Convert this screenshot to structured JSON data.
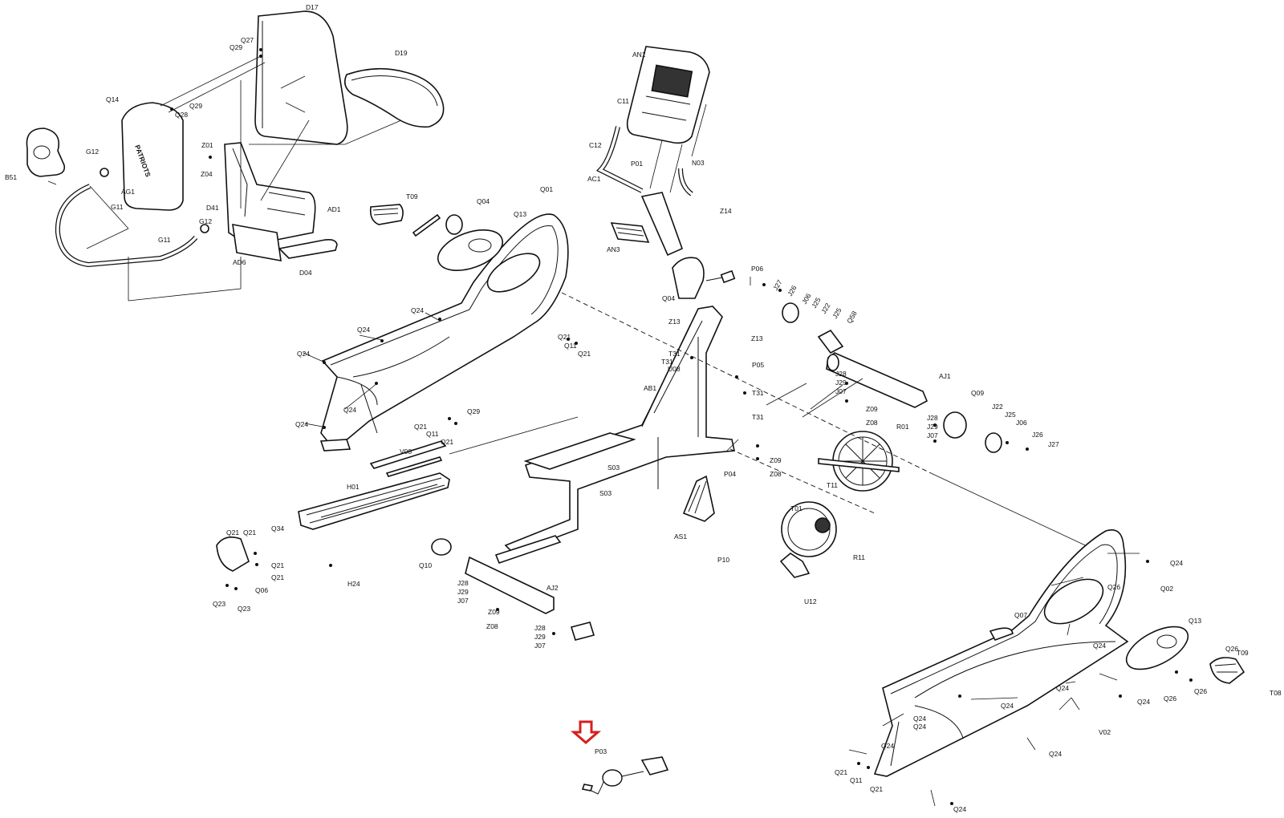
{
  "diagram": {
    "brand_text": "PATRIOTS",
    "highlight_color": "#d81e1e",
    "labels": {
      "D17": "D17",
      "D19": "D19",
      "Q27_a": "Q27",
      "Q29_a": "Q29",
      "Q29_b": "Q29",
      "Q28_a": "Q28",
      "Q14": "Q14",
      "G12_a": "G12",
      "G12_b": "G12",
      "B51": "B51",
      "AG1": "AG1",
      "G11_a": "G11",
      "G11_b": "G11",
      "Z01": "Z01",
      "Z04": "Z04",
      "D41": "D41",
      "AD1": "AD1",
      "AD6": "AD6",
      "D04": "D04",
      "AN1": "AN1",
      "C11": "C11",
      "C12": "C12",
      "AC1": "AC1",
      "P01": "P01",
      "N03": "N03",
      "Z14": "Z14",
      "AN3": "AN3",
      "T09": "T09",
      "Q04_a": "Q04",
      "Q01": "Q01",
      "Q13_a": "Q13",
      "P06": "P06",
      "Q04_b": "Q04",
      "Z13_a": "Z13",
      "Z13_b": "Z13",
      "J27_a": "J27",
      "J26_a": "J26",
      "J06_a": "J06",
      "J25_a": "J25",
      "J22_a": "J22",
      "J25_b": "J25",
      "Q58": "Q58",
      "Q24_1": "Q24",
      "Q24_2": "Q24",
      "Q24_3": "Q24",
      "Q24_4": "Q24",
      "Q24_5": "Q24",
      "Q21_1": "Q21",
      "Q11_1": "Q11",
      "Q21_2": "Q21",
      "Q29_c": "Q29",
      "Q21_3": "Q21",
      "Q11_2": "Q11",
      "Q21_4": "Q21",
      "T31_a": "T31",
      "U08": "U08",
      "P05": "P05",
      "T31_b": "T31",
      "T31_c": "T31",
      "AB1": "AB1",
      "J28_a": "J28",
      "J29_a": "J29",
      "J07_a": "J07",
      "Z09_a": "Z09",
      "Z08_a": "Z08",
      "AJ1": "AJ1",
      "J28_b": "J28",
      "J29_b": "J29",
      "J07_b": "J07",
      "Q09": "Q09",
      "J22_b": "J22",
      "J25_c": "J25",
      "J06_b": "J06",
      "J26_b": "J26",
      "J27_b": "J27",
      "R01": "R01",
      "V08": "V08",
      "H01": "H01",
      "Q34": "Q34",
      "S03_a": "S03",
      "S03_b": "S03",
      "Z09_b": "Z09",
      "P04": "P04",
      "Z08_b": "Z08",
      "T11": "T11",
      "T01": "T01",
      "R11": "R11",
      "U12": "U12",
      "AS1": "AS1",
      "P10": "P10",
      "Q21_5": "Q21",
      "Q21_6": "Q21",
      "Q21_7": "Q21",
      "Q21_8": "Q21",
      "Q06": "Q06",
      "Q23_a": "Q23",
      "Q23_b": "Q23",
      "H24": "H24",
      "Q10": "Q10",
      "J28_c": "J28",
      "J29_c": "J29",
      "J07_c": "J07",
      "AJ2": "AJ2",
      "Z09_c": "Z09",
      "Z08_c": "Z08",
      "J28_d": "J28",
      "J29_d": "J29",
      "J07_d": "J07",
      "Q24_6": "Q24",
      "Q26": "Q26",
      "Q02": "Q02",
      "Q07": "Q07",
      "Q24_7": "Q24",
      "Q13_b": "Q13",
      "Q26_b": "Q26",
      "T09_b": "T09",
      "Q24_8": "Q24",
      "Q24_9": "Q24",
      "Q24_10": "Q24",
      "Q26_c": "Q26",
      "Q26_d": "Q26",
      "T08": "T08",
      "Q24_11": "Q24",
      "Q24_12": "Q24",
      "Q24_13": "Q24",
      "V02": "V02",
      "Q24_14": "Q24",
      "Q21_9": "Q21",
      "Q11_3": "Q11",
      "Q21_10": "Q21",
      "Q24_15": "Q24",
      "P03": "P03"
    }
  }
}
